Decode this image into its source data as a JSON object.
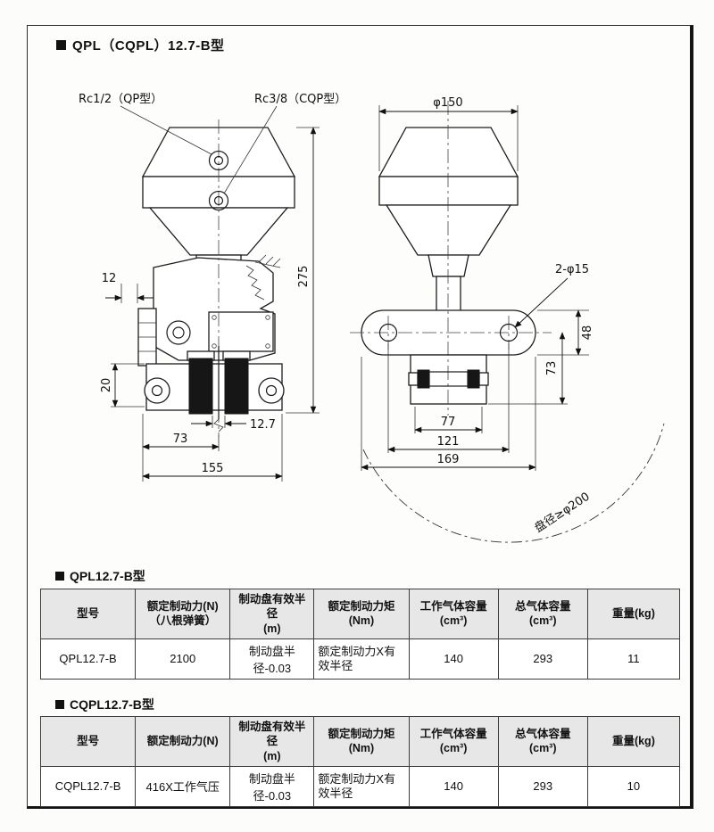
{
  "page": {
    "title": "QPL（CQPL）12.7-B型"
  },
  "drawing": {
    "left": {
      "port_label_qp": "Rc1/2（QP型）",
      "port_label_cqp": "Rc3/8（CQP型）",
      "dim_height": "275",
      "dim_step": "12",
      "dim_pad_height": "20",
      "dim_73": "73",
      "dim_disc_gap": "12.7",
      "dim_width": "155"
    },
    "right": {
      "dim_diameter": "φ150",
      "dim_holes": "2-φ15",
      "dim_48": "48",
      "dim_73": "73",
      "dim_77": "77",
      "dim_121": "121",
      "dim_169": "169",
      "disc_note": "盘径≥φ200"
    }
  },
  "tables": [
    {
      "title": "QPL12.7-B型",
      "headers": [
        "型号",
        "额定制动力(N)\n（八根弹簧）",
        "制动盘有效半径\n(m)",
        "额定制动力矩\n(Nm)",
        "工作气体容量\n(cm³)",
        "总气体容量\n(cm³)",
        "重量(kg)"
      ],
      "row": [
        "QPL12.7-B",
        "2100",
        "制动盘半径-0.03",
        "额定制动力X有效半径",
        "140",
        "293",
        "11"
      ]
    },
    {
      "title": "CQPL12.7-B型",
      "headers": [
        "型号",
        "额定制动力(N)",
        "制动盘有效半径\n(m)",
        "额定制动力矩\n(Nm)",
        "工作气体容量\n(cm³)",
        "总气体容量\n(cm³)",
        "重量(kg)"
      ],
      "row": [
        "CQPL12.7-B",
        "416X工作气压",
        "制动盘半径-0.03",
        "额定制动力X有效半径",
        "140",
        "293",
        "10"
      ]
    }
  ]
}
